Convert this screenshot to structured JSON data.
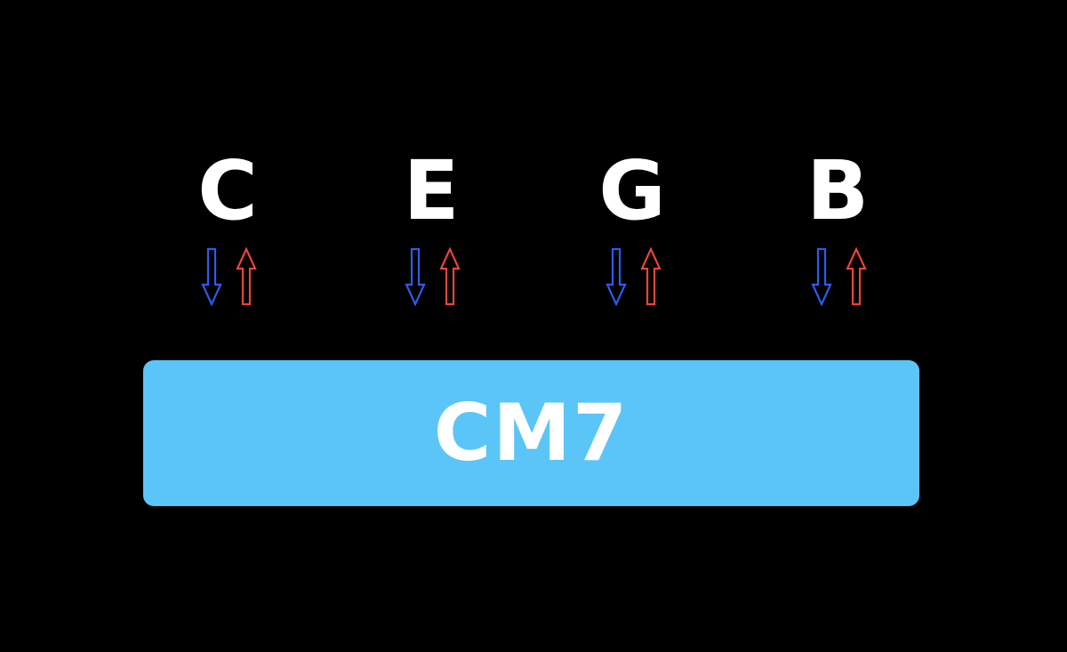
{
  "colors": {
    "background": "#000000",
    "text": "#ffffff",
    "down_arrow": "#2f5be8",
    "up_arrow": "#e8453c",
    "chord_box": "#5bc5f7"
  },
  "notes": [
    {
      "label": "C",
      "down_icon": "arrow-down-icon",
      "up_icon": "arrow-up-icon"
    },
    {
      "label": "E",
      "down_icon": "arrow-down-icon",
      "up_icon": "arrow-up-icon"
    },
    {
      "label": "G",
      "down_icon": "arrow-down-icon",
      "up_icon": "arrow-up-icon"
    },
    {
      "label": "B",
      "down_icon": "arrow-down-icon",
      "up_icon": "arrow-up-icon"
    }
  ],
  "chord": {
    "name": "CM7"
  }
}
